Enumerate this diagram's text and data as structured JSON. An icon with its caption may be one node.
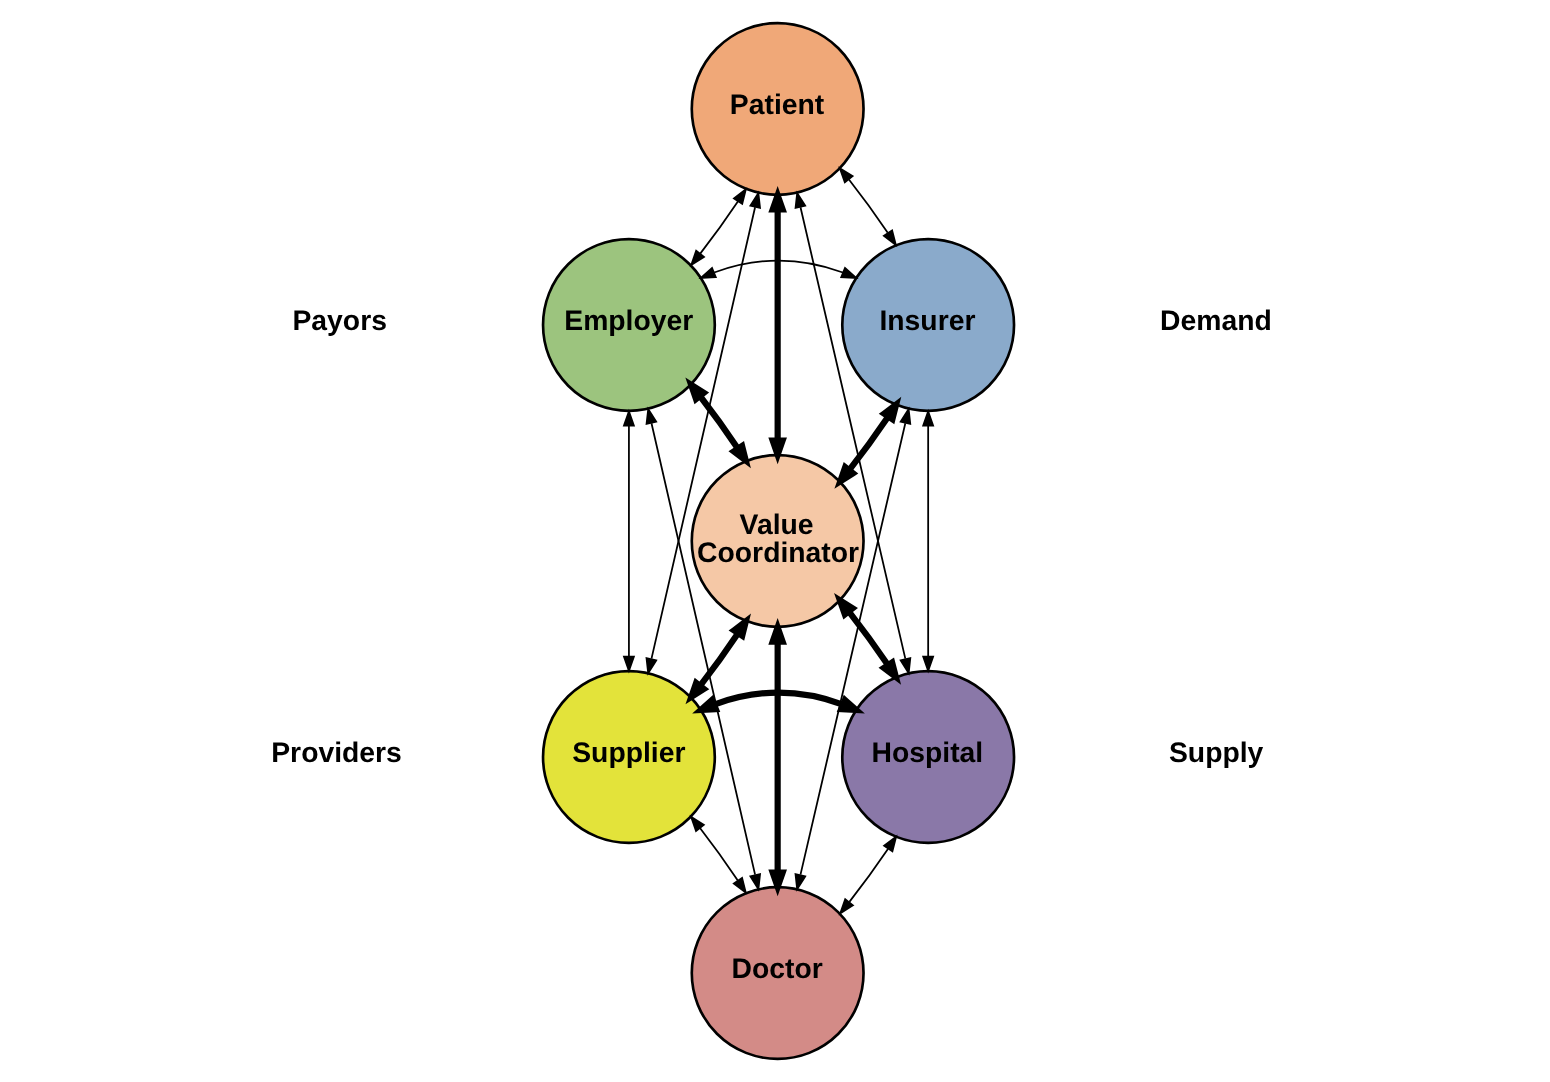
{
  "diagram": {
    "nodes": [
      {
        "text": [
          "Patient"
        ]
      },
      {
        "text": [
          "Employer"
        ]
      },
      {
        "text": [
          "Insurer"
        ]
      },
      {
        "text": [
          "Value Coordinator"
        ]
      },
      {
        "text": [
          "Supplier"
        ]
      },
      {
        "text": [
          "Hospital"
        ]
      },
      {
        "text": [
          "Doctor"
        ]
      }
    ],
    "edges": [
      {
        "from": 0,
        "to": 1,
        "arrow": "both"
      },
      {
        "from": 0,
        "to": 2,
        "arrow": "both"
      },
      {
        "from": 1,
        "to": 2,
        "arrow": "both"
      },
      {
        "from": 0,
        "to": 3,
        "arrow": "both",
        "style": "thick"
      },
      {
        "from": 1,
        "to": 3,
        "arrow": "both",
        "style": "thick"
      },
      {
        "from": 2,
        "to": 3,
        "arrow": "both",
        "style": "thick"
      },
      {
        "from": 1,
        "to": 4,
        "arrow": "both"
      },
      {
        "from": 2,
        "to": 5,
        "arrow": "both"
      },
      {
        "from": 0,
        "to": 4,
        "arrow": "both"
      },
      {
        "from": 0,
        "to": 5,
        "arrow": "both"
      },
      {
        "from": 1,
        "to": 6,
        "arrow": "both"
      },
      {
        "from": 2,
        "to": 6,
        "arrow": "both"
      },
      {
        "from": 3,
        "to": 4,
        "arrow": "both",
        "style": "thick"
      },
      {
        "from": 3,
        "to": 5,
        "arrow": "both",
        "style": "thick"
      },
      {
        "from": 3,
        "to": 6,
        "arrow": "both",
        "style": "thick"
      },
      {
        "from": 4,
        "to": 5,
        "arrow": "both",
        "style": "thick"
      },
      {
        "from": 4,
        "to": 6,
        "arrow": "both"
      },
      {
        "from": 5,
        "to": 6,
        "arrow": "both"
      }
    ],
    "labels": [
      "Payors",
      "Demand",
      "Providers",
      "Supply"
    ]
  }
}
